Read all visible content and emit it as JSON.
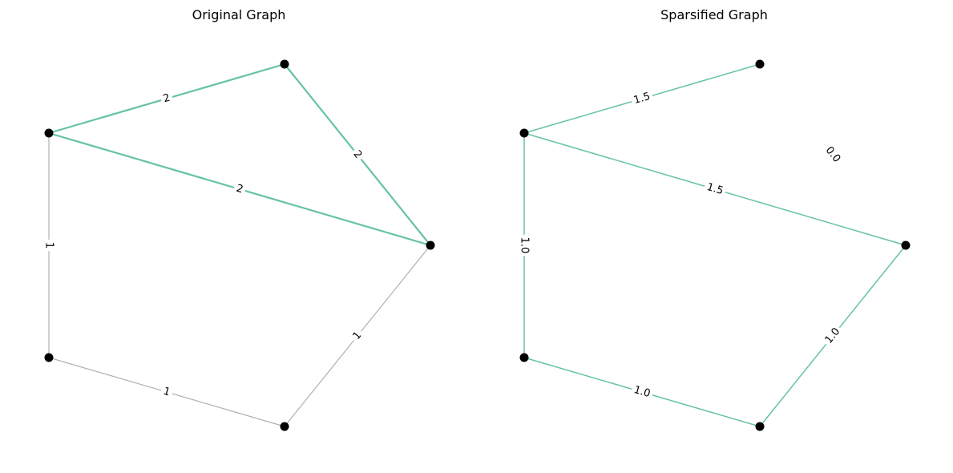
{
  "colors": {
    "highlight_edge": "#66c2a5",
    "plain_edge": "#b0b0b0",
    "node": "#000000",
    "background": "#ffffff"
  },
  "panels": [
    {
      "title": "Original Graph",
      "edges": [
        {
          "from": "A",
          "to": "B",
          "label": "2",
          "style": "highlight"
        },
        {
          "from": "A",
          "to": "C",
          "label": "2",
          "style": "highlight"
        },
        {
          "from": "B",
          "to": "C",
          "label": "2",
          "style": "highlight"
        },
        {
          "from": "A",
          "to": "D",
          "label": "1",
          "style": "plain"
        },
        {
          "from": "D",
          "to": "E",
          "label": "1",
          "style": "plain"
        },
        {
          "from": "C",
          "to": "E",
          "label": "1",
          "style": "plain"
        }
      ]
    },
    {
      "title": "Sparsified Graph",
      "edges": [
        {
          "from": "A",
          "to": "B",
          "label": "1.5",
          "style": "highlight"
        },
        {
          "from": "A",
          "to": "C",
          "label": "1.5",
          "style": "highlight"
        },
        {
          "from": "B",
          "to": "C",
          "label": "0.0",
          "style": "hidden"
        },
        {
          "from": "A",
          "to": "D",
          "label": "1.0",
          "style": "highlight"
        },
        {
          "from": "D",
          "to": "E",
          "label": "1.0",
          "style": "highlight"
        },
        {
          "from": "C",
          "to": "E",
          "label": "1.0",
          "style": "highlight"
        }
      ]
    }
  ]
}
